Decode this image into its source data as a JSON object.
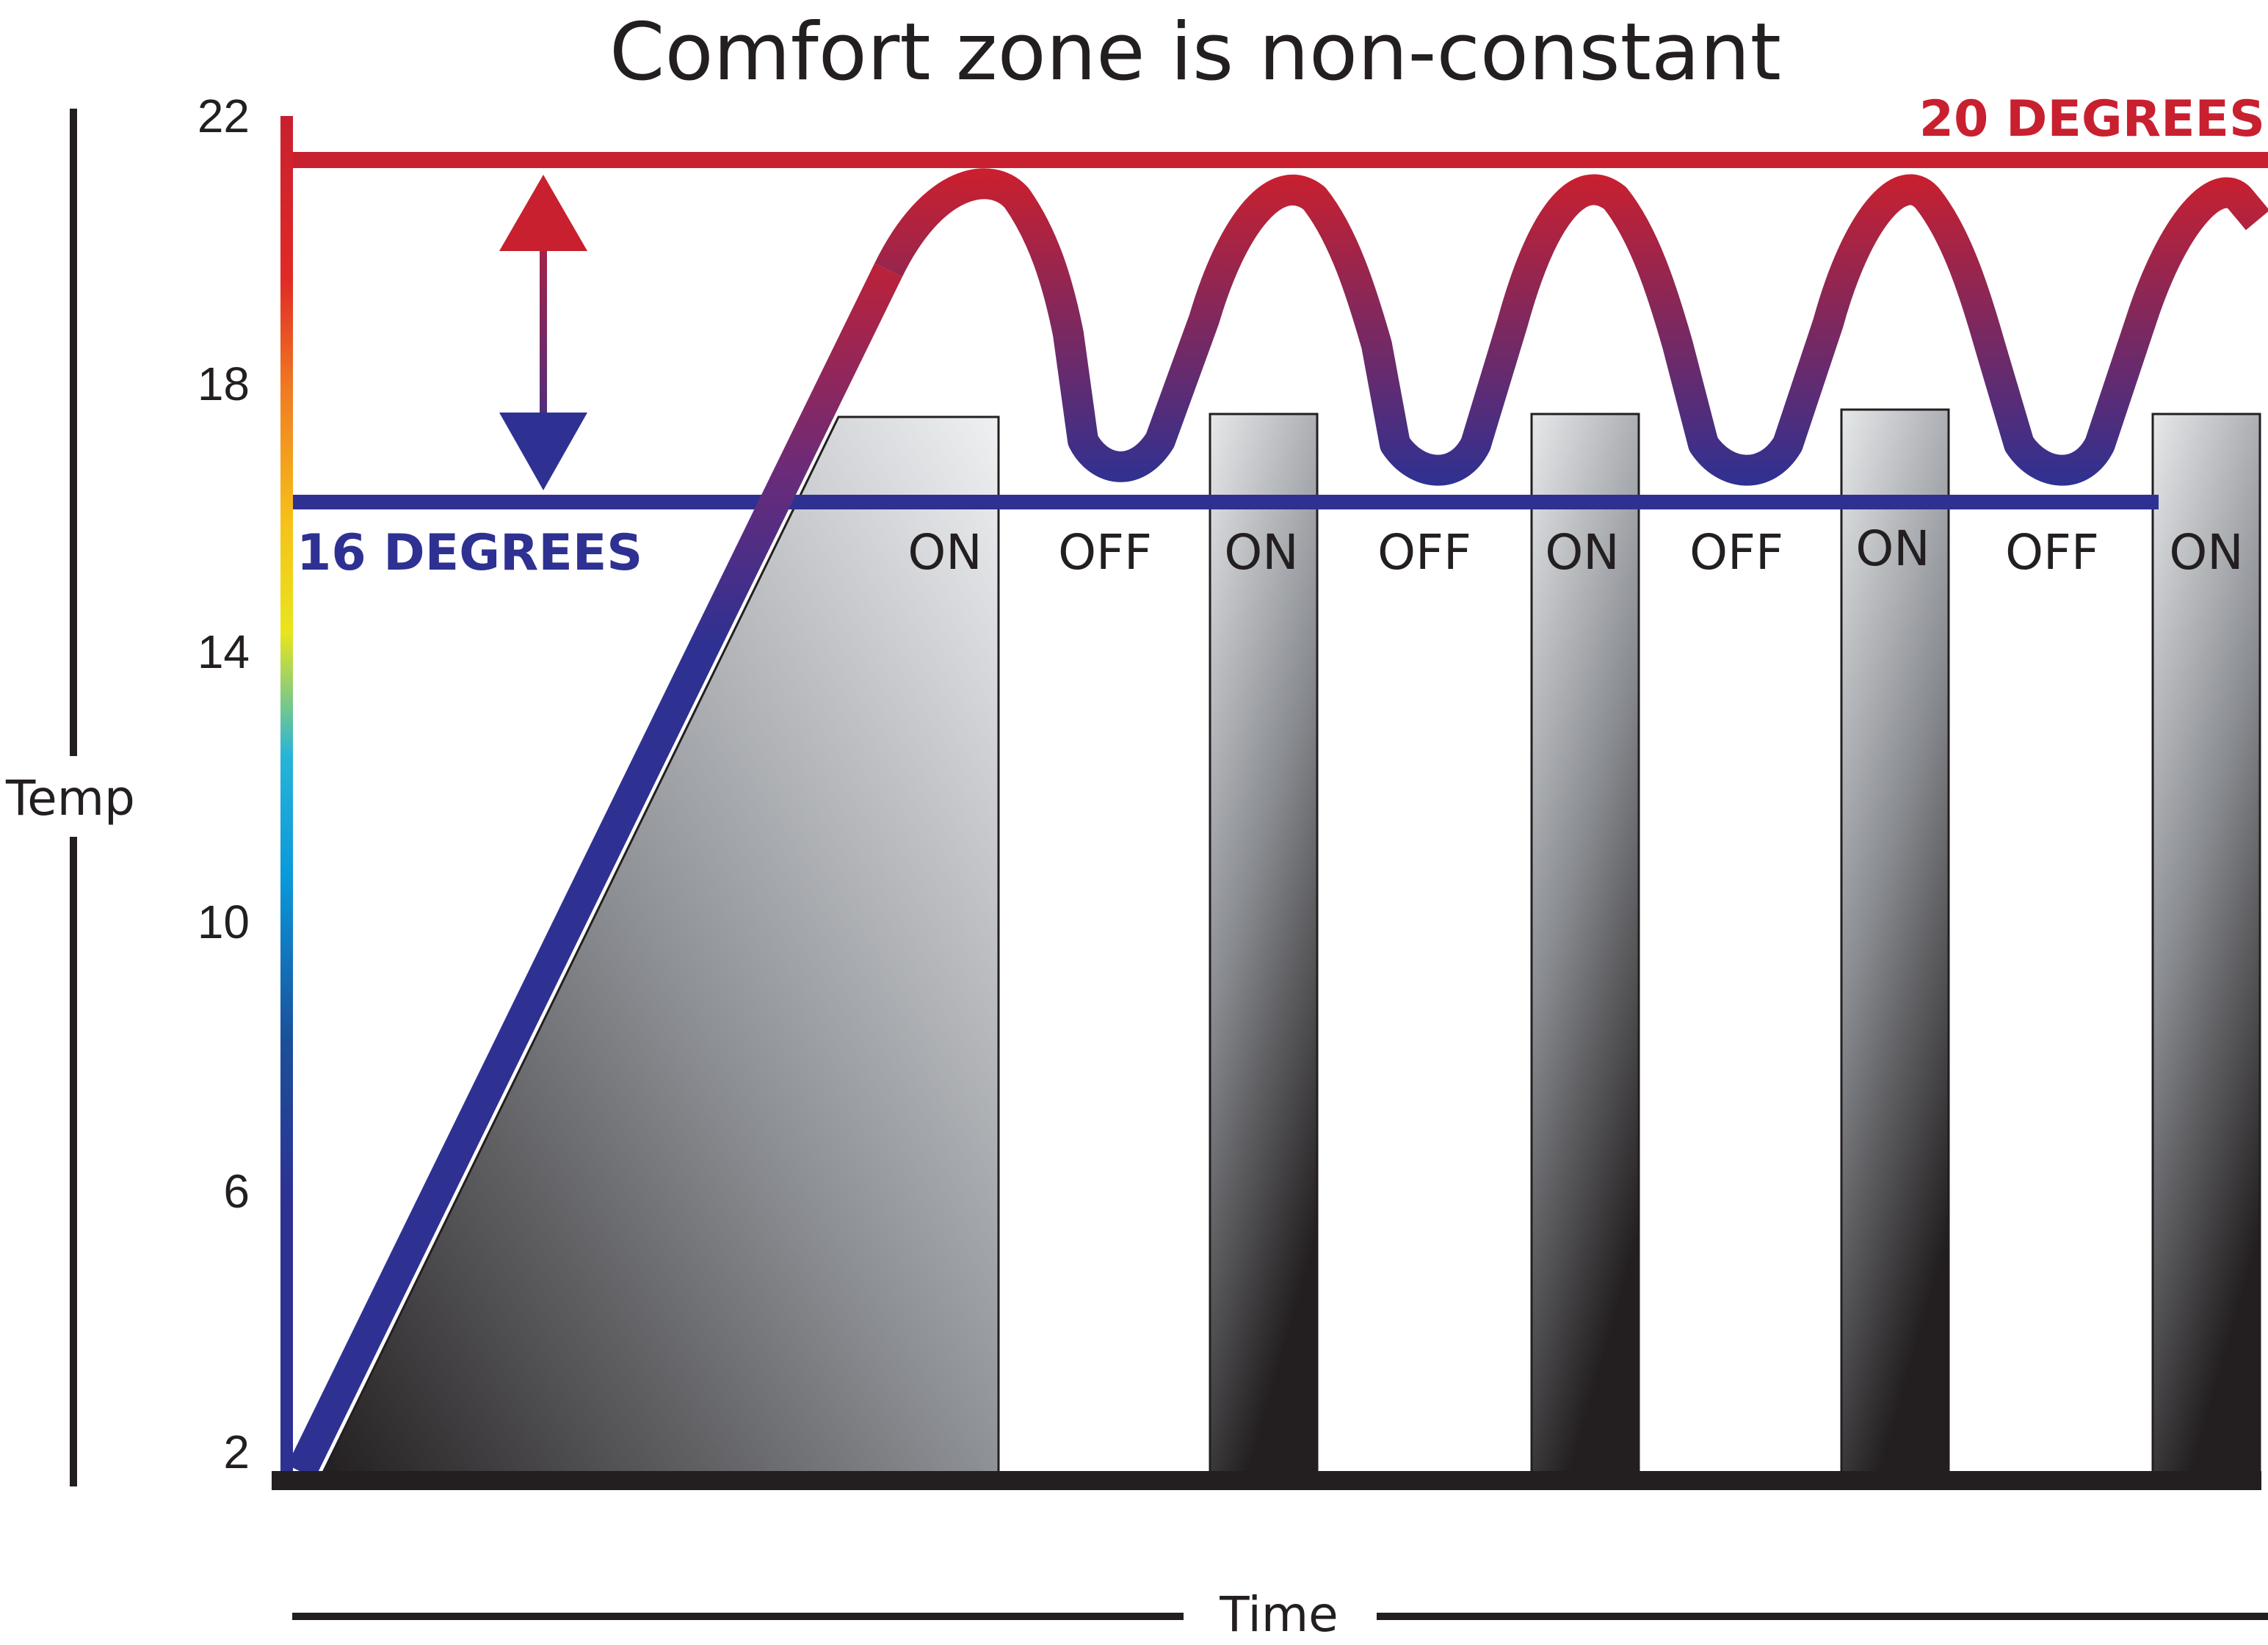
{
  "chart_data": {
    "type": "line",
    "title": "Comfort zone is non-constant",
    "xlabel": "Time",
    "ylabel": "Temp",
    "yticks": [
      "22",
      "18",
      "14",
      "10",
      "6",
      "2"
    ],
    "ylim": [
      2,
      22
    ],
    "upper_limit": {
      "label": "20 DEGREES",
      "value": 21.3,
      "color": "#c8202f"
    },
    "lower_limit": {
      "label": "16 DEGREES",
      "value": 16.2,
      "color": "#2e3192"
    },
    "bars": [
      {
        "label": "ON",
        "start": 0,
        "end": 1,
        "height": 17.5
      },
      {
        "label": "OFF"
      },
      {
        "label": "ON",
        "height": 17.5
      },
      {
        "label": "OFF"
      },
      {
        "label": "ON",
        "height": 17.5
      },
      {
        "label": "OFF"
      },
      {
        "label": "ON",
        "height": 17.6
      },
      {
        "label": "OFF"
      },
      {
        "label": "ON",
        "height": 17.5
      }
    ],
    "colors": {
      "hot": "#c8202f",
      "cold": "#2e3192",
      "text": "#231f20"
    }
  }
}
